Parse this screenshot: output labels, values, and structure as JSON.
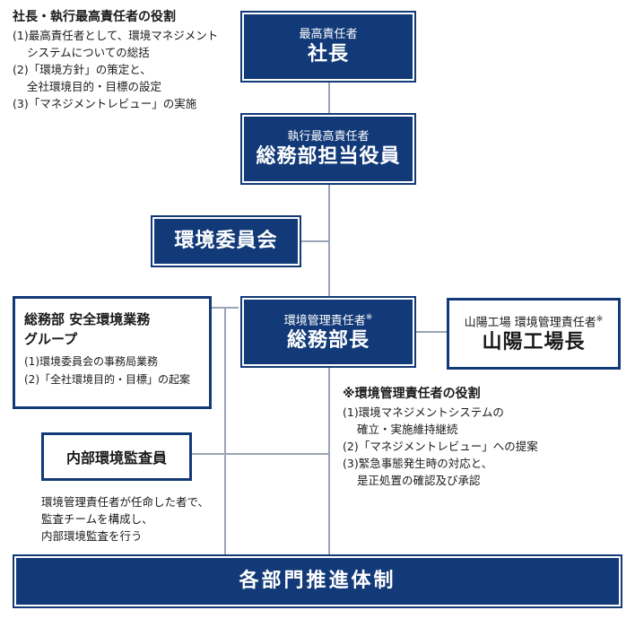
{
  "president_box": {
    "role": "最高責任者",
    "title": "社長"
  },
  "officer_box": {
    "role": "執行最高責任者",
    "title": "総務部担当役員"
  },
  "committee_box": {
    "title": "環境委員会"
  },
  "gm_box": {
    "role": "環境管理責任者",
    "mark": "※",
    "title": "総務部長"
  },
  "sanyo_box": {
    "role": "山陽工場 環境管理責任者",
    "mark": "※",
    "title": "山陽工場長"
  },
  "safety_group": {
    "title_line1": "総務部 安全環境業務",
    "title_line2": "グループ",
    "items": [
      "(1)環境委員会の事務局業務",
      "(2)「全社環境目的・目標」の起案"
    ]
  },
  "auditor_box": {
    "title": "内部環境監査員"
  },
  "auditor_note": {
    "lines": [
      "環境管理責任者が任命した者で、",
      "監査チームを構成し、",
      "内部環境監査を行う"
    ]
  },
  "president_roles": {
    "title": "社長・執行最高責任者の役割",
    "lines": [
      "(1)最高責任者として、環境マネジメント",
      "システムについての総括",
      "(2)「環境方針」の策定と、",
      "全社環境目的・目標の設定",
      "(3)「マネジメントレビュー」の実施"
    ]
  },
  "manager_roles": {
    "title": "※環境管理責任者の役割",
    "lines": [
      "(1)環境マネジメントシステムの",
      "確立・実施維持継続",
      "(2)「マネジメントレビュー」への提案",
      "(3)緊急事態発生時の対応と、",
      "是正処置の確認及び承認"
    ]
  },
  "bottom_bar": {
    "title": "各部門推進体制"
  }
}
